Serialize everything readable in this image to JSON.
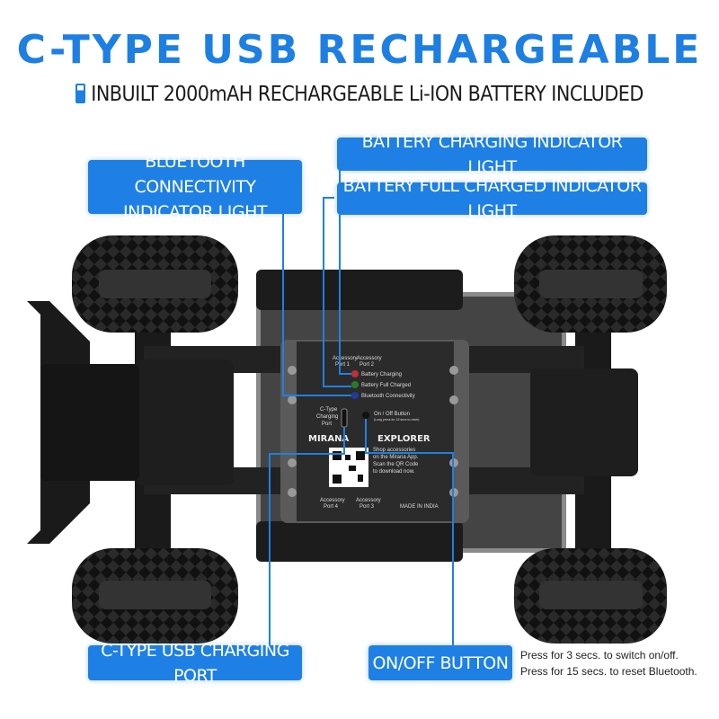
{
  "title": "C-TYPE USB RECHARGEABLE",
  "subtitle": "INBUILT 2000mAH RECHARGEABLE Li-ION BATTERY INCLUDED",
  "callouts": {
    "bluetooth_line1": "BLUETOOTH CONNECTIVITY",
    "bluetooth_line2": "INDICATOR LIGHT",
    "charging": "BATTERY CHARGING INDICATOR LIGHT",
    "full": "BATTERY FULL CHARGED INDICATOR LIGHT",
    "usb": "C-TYPE USB CHARGING PORT",
    "onoff": "ON/OFF BUTTON"
  },
  "onoff_note": [
    "Press for 3 secs. to switch on/off.",
    "Press for 15 secs. to reset Bluetooth."
  ],
  "panel": {
    "port1": [
      "Accessory",
      "Port 1"
    ],
    "port2": [
      "Accessory",
      "Port 2"
    ],
    "port3": [
      "Accessory",
      "Port 3"
    ],
    "port4": [
      "Accessory",
      "Port 4"
    ],
    "led_charging": "Battery Charging",
    "led_full": "Battery Full Charged",
    "led_bt": "Bluetooth Connectivity",
    "charging_port": [
      "C-Type",
      "Charging",
      "Port"
    ],
    "button": "On / Off Button",
    "button_hint": "(Long press for 15 secs to reset)",
    "brand": "MIRANA",
    "model": "EXPLORER",
    "shop": [
      "Shop accessories",
      "on the Mirana App.",
      "Scan the QR Code",
      "to download now."
    ],
    "made_in": "MADE IN INDIA"
  },
  "colors": {
    "accent": "#1e80e4",
    "led_charging": "#c0303a",
    "led_full": "#2a7a2a",
    "led_bt": "#203a9a"
  }
}
